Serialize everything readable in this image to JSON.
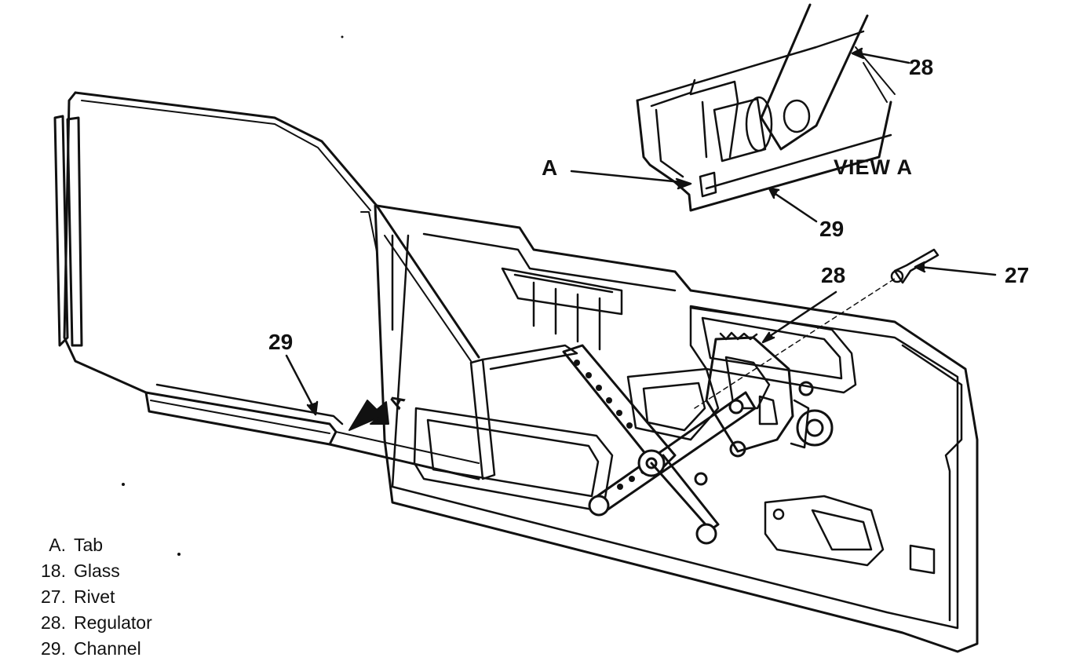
{
  "view_title": "VIEW A",
  "callouts": {
    "view_a_tab": "A",
    "view_28": "28",
    "view_29": "29",
    "main_28": "28",
    "main_27": "27",
    "main_29": "29",
    "arrow_a": "A"
  },
  "legend": [
    {
      "key": "A.",
      "label": "Tab"
    },
    {
      "key": "18.",
      "label": "Glass"
    },
    {
      "key": "27.",
      "label": "Rivet"
    },
    {
      "key": "28.",
      "label": "Regulator"
    },
    {
      "key": "29.",
      "label": "Channel"
    }
  ],
  "colors": {
    "ink": "#111111",
    "paper": "#ffffff"
  }
}
